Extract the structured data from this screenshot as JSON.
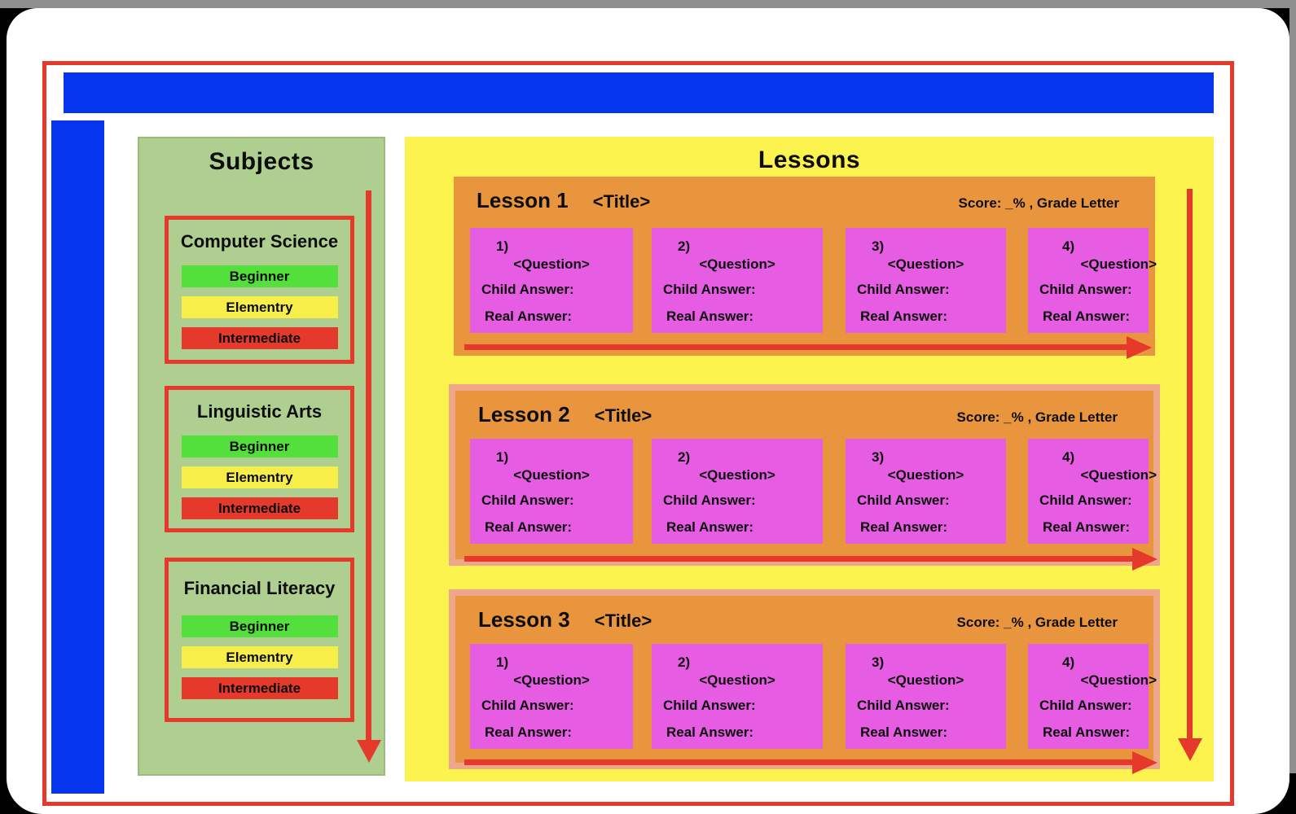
{
  "subjects_panel": {
    "title": "Subjects",
    "subjects": [
      {
        "title": "Computer Science",
        "levels": [
          {
            "label": "Beginner"
          },
          {
            "label": "Elementry"
          },
          {
            "label": "Intermediate"
          }
        ]
      },
      {
        "title": "Linguistic Arts",
        "levels": [
          {
            "label": "Beginner"
          },
          {
            "label": "Elementry"
          },
          {
            "label": "Intermediate"
          }
        ]
      },
      {
        "title": "Financial Literacy",
        "levels": [
          {
            "label": "Beginner"
          },
          {
            "label": "Elementry"
          },
          {
            "label": "Intermediate"
          }
        ]
      }
    ]
  },
  "lessons_panel": {
    "title": "Lessons",
    "lessons": [
      {
        "name": "Lesson 1",
        "title_placeholder": "<Title>",
        "score_label": "Score: _% , Grade Letter",
        "questions": [
          {
            "number": "1)",
            "question": "<Question>",
            "child_answer_label": "Child Answer:",
            "real_answer_label": "Real Answer:"
          },
          {
            "number": "2)",
            "question": "<Question>",
            "child_answer_label": "Child Answer:",
            "real_answer_label": "Real Answer:"
          },
          {
            "number": "3)",
            "question": "<Question>",
            "child_answer_label": "Child Answer:",
            "real_answer_label": "Real Answer:"
          },
          {
            "number": "4)",
            "question": "<Question>",
            "child_answer_label": "Child Answer:",
            "real_answer_label": "Real Answer:"
          }
        ]
      },
      {
        "name": "Lesson 2",
        "title_placeholder": "<Title>",
        "score_label": "Score: _% , Grade Letter",
        "questions": [
          {
            "number": "1)",
            "question": "<Question>",
            "child_answer_label": "Child Answer:",
            "real_answer_label": "Real Answer:"
          },
          {
            "number": "2)",
            "question": "<Question>",
            "child_answer_label": "Child Answer:",
            "real_answer_label": "Real Answer:"
          },
          {
            "number": "3)",
            "question": "<Question>",
            "child_answer_label": "Child Answer:",
            "real_answer_label": "Real Answer:"
          },
          {
            "number": "4)",
            "question": "<Question>",
            "child_answer_label": "Child Answer:",
            "real_answer_label": "Real Answer:"
          }
        ]
      },
      {
        "name": "Lesson 3",
        "title_placeholder": "<Title>",
        "score_label": "Score: _% , Grade Letter",
        "questions": [
          {
            "number": "1)",
            "question": "<Question>",
            "child_answer_label": "Child Answer:",
            "real_answer_label": "Real Answer:"
          },
          {
            "number": "2)",
            "question": "<Question>",
            "child_answer_label": "Child Answer:",
            "real_answer_label": "Real Answer:"
          },
          {
            "number": "3)",
            "question": "<Question>",
            "child_answer_label": "Child Answer:",
            "real_answer_label": "Real Answer:"
          },
          {
            "number": "4)",
            "question": "<Question>",
            "child_answer_label": "Child Answer:",
            "real_answer_label": "Real Answer:"
          }
        ]
      }
    ]
  },
  "colors": {
    "accent_red": "#e5392b",
    "nav_blue": "#0535ee",
    "panel_green": "#aecf90",
    "level_beginner_green": "#53e03c",
    "level_elementry_yellow": "#f7ee49",
    "level_intermediate_red": "#e5392b",
    "panel_yellow": "#fdf34e",
    "lesson_orange": "#e9953e",
    "question_magenta": "#e65ce2",
    "lesson_border_salmon": "#efa78b"
  }
}
